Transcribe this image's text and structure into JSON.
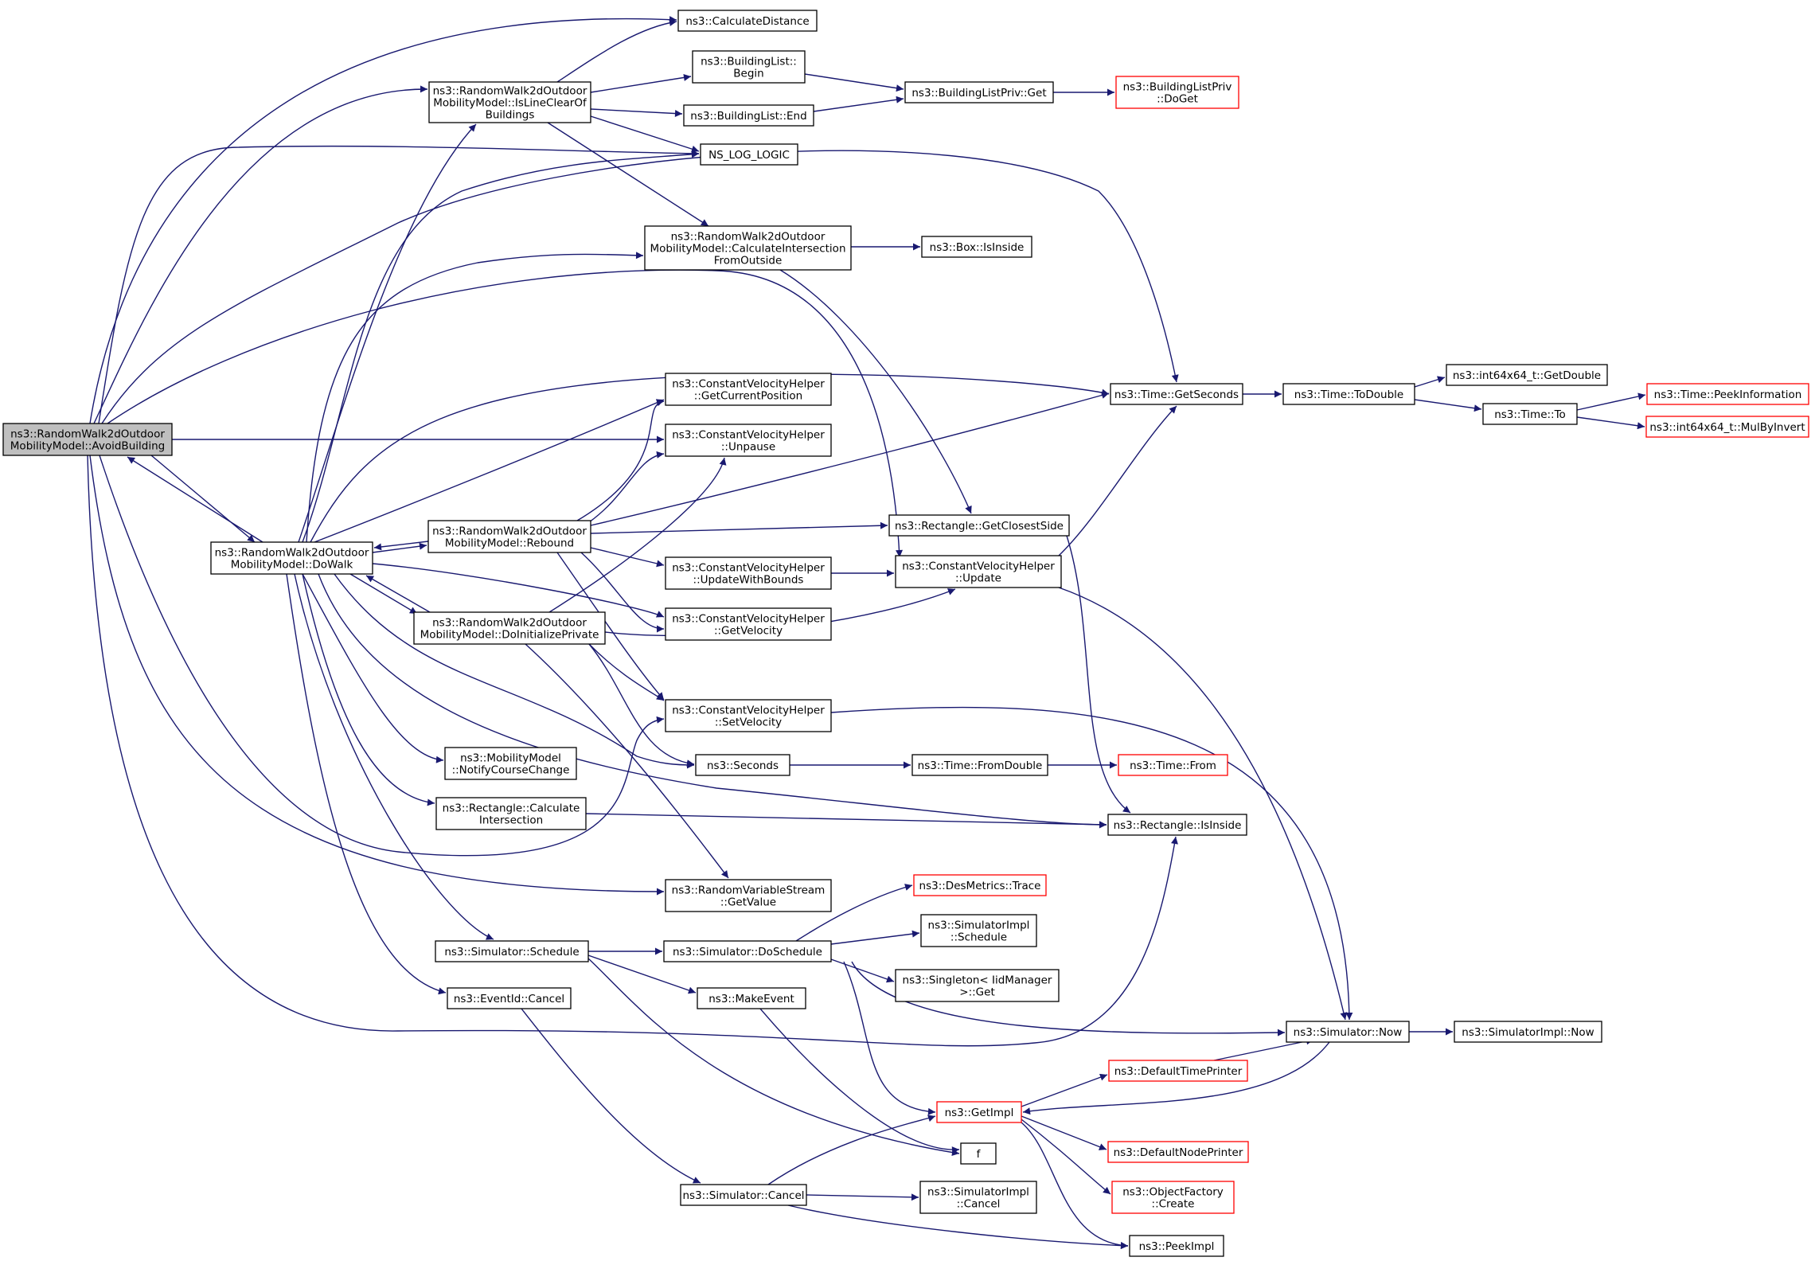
{
  "colors": {
    "edge": "#191970",
    "node_border": "#000000",
    "truncated_border": "#ff0000",
    "root_fill": "#bfbfbf",
    "background": "#ffffff"
  },
  "nodes": [
    {
      "id": "avoid",
      "lines": [
        "ns3::RandomWalk2dOutdoor",
        "MobilityModel::AvoidBuilding"
      ],
      "root": true
    },
    {
      "id": "calcdist",
      "lines": [
        "ns3::CalculateDistance"
      ]
    },
    {
      "id": "islineclear",
      "lines": [
        "ns3::RandomWalk2dOutdoor",
        "MobilityModel::IsLineClearOf",
        "Buildings"
      ]
    },
    {
      "id": "blbegin",
      "lines": [
        "ns3::BuildingList::",
        "Begin"
      ]
    },
    {
      "id": "blend",
      "lines": [
        "ns3::BuildingList::End"
      ]
    },
    {
      "id": "blpget",
      "lines": [
        "ns3::BuildingListPriv::Get"
      ]
    },
    {
      "id": "blpdoget",
      "lines": [
        "ns3::BuildingListPriv",
        "::DoGet"
      ],
      "truncated": true
    },
    {
      "id": "nslog",
      "lines": [
        "NS_LOG_LOGIC"
      ]
    },
    {
      "id": "calcinter",
      "lines": [
        "ns3::RandomWalk2dOutdoor",
        "MobilityModel::CalculateIntersection",
        "FromOutside"
      ]
    },
    {
      "id": "boxinside",
      "lines": [
        "ns3::Box::IsInside"
      ]
    },
    {
      "id": "getcurpos",
      "lines": [
        "ns3::ConstantVelocityHelper",
        "::GetCurrentPosition"
      ]
    },
    {
      "id": "getseconds",
      "lines": [
        "ns3::Time::GetSeconds"
      ]
    },
    {
      "id": "todouble",
      "lines": [
        "ns3::Time::ToDouble"
      ]
    },
    {
      "id": "getdouble",
      "lines": [
        "ns3::int64x64_t::GetDouble"
      ]
    },
    {
      "id": "timeto",
      "lines": [
        "ns3::Time::To"
      ]
    },
    {
      "id": "peekinfo",
      "lines": [
        "ns3::Time::PeekInformation"
      ],
      "truncated": true
    },
    {
      "id": "mulbyinv",
      "lines": [
        "ns3::int64x64_t::MulByInvert"
      ],
      "truncated": true
    },
    {
      "id": "unpause",
      "lines": [
        "ns3::ConstantVelocityHelper",
        "::Unpause"
      ]
    },
    {
      "id": "rebound",
      "lines": [
        "ns3::RandomWalk2dOutdoor",
        "MobilityModel::Rebound"
      ]
    },
    {
      "id": "closestside",
      "lines": [
        "ns3::Rectangle::GetClosestSide"
      ]
    },
    {
      "id": "dowalk",
      "lines": [
        "ns3::RandomWalk2dOutdoor",
        "MobilityModel::DoWalk"
      ]
    },
    {
      "id": "updbounds",
      "lines": [
        "ns3::ConstantVelocityHelper",
        "::UpdateWithBounds"
      ]
    },
    {
      "id": "cvupdate",
      "lines": [
        "ns3::ConstantVelocityHelper",
        "::Update"
      ]
    },
    {
      "id": "doinit",
      "lines": [
        "ns3::RandomWalk2dOutdoor",
        "MobilityModel::DoInitializePrivate"
      ]
    },
    {
      "id": "getvel",
      "lines": [
        "ns3::ConstantVelocityHelper",
        "::GetVelocity"
      ]
    },
    {
      "id": "setvel",
      "lines": [
        "ns3::ConstantVelocityHelper",
        "::SetVelocity"
      ]
    },
    {
      "id": "seconds",
      "lines": [
        "ns3::Seconds"
      ]
    },
    {
      "id": "fromdouble",
      "lines": [
        "ns3::Time::FromDouble"
      ]
    },
    {
      "id": "timefrom",
      "lines": [
        "ns3::Time::From"
      ],
      "truncated": true
    },
    {
      "id": "notify",
      "lines": [
        "ns3::MobilityModel",
        "::NotifyCourseChange"
      ]
    },
    {
      "id": "rectcalc",
      "lines": [
        "ns3::Rectangle::Calculate",
        "Intersection"
      ]
    },
    {
      "id": "rectinside",
      "lines": [
        "ns3::Rectangle::IsInside"
      ]
    },
    {
      "id": "getvalue",
      "lines": [
        "ns3::RandomVariableStream",
        "::GetValue"
      ]
    },
    {
      "id": "desmetrics",
      "lines": [
        "ns3::DesMetrics::Trace"
      ],
      "truncated": true
    },
    {
      "id": "simimplsched",
      "lines": [
        "ns3::SimulatorImpl",
        "::Schedule"
      ]
    },
    {
      "id": "schedule",
      "lines": [
        "ns3::Simulator::Schedule"
      ]
    },
    {
      "id": "doschedule",
      "lines": [
        "ns3::Simulator::DoSchedule"
      ]
    },
    {
      "id": "singleton",
      "lines": [
        "ns3::Singleton< IidManager",
        ">::Get"
      ]
    },
    {
      "id": "evcancel",
      "lines": [
        "ns3::EventId::Cancel"
      ]
    },
    {
      "id": "makeevent",
      "lines": [
        "ns3::MakeEvent"
      ]
    },
    {
      "id": "simnow",
      "lines": [
        "ns3::Simulator::Now"
      ]
    },
    {
      "id": "simimplnow",
      "lines": [
        "ns3::SimulatorImpl::Now"
      ]
    },
    {
      "id": "deftimeprinter",
      "lines": [
        "ns3::DefaultTimePrinter"
      ],
      "truncated": true
    },
    {
      "id": "getimpl",
      "lines": [
        "ns3::GetImpl"
      ],
      "truncated": true
    },
    {
      "id": "f",
      "lines": [
        "f"
      ]
    },
    {
      "id": "defnodeprinter",
      "lines": [
        "ns3::DefaultNodePrinter"
      ],
      "truncated": true
    },
    {
      "id": "objfactory",
      "lines": [
        "ns3::ObjectFactory",
        "::Create"
      ],
      "truncated": true
    },
    {
      "id": "simcancel",
      "lines": [
        "ns3::Simulator::Cancel"
      ]
    },
    {
      "id": "simimplcancel",
      "lines": [
        "ns3::SimulatorImpl",
        "::Cancel"
      ]
    },
    {
      "id": "peekimpl",
      "lines": [
        "ns3::PeekImpl"
      ]
    }
  ]
}
